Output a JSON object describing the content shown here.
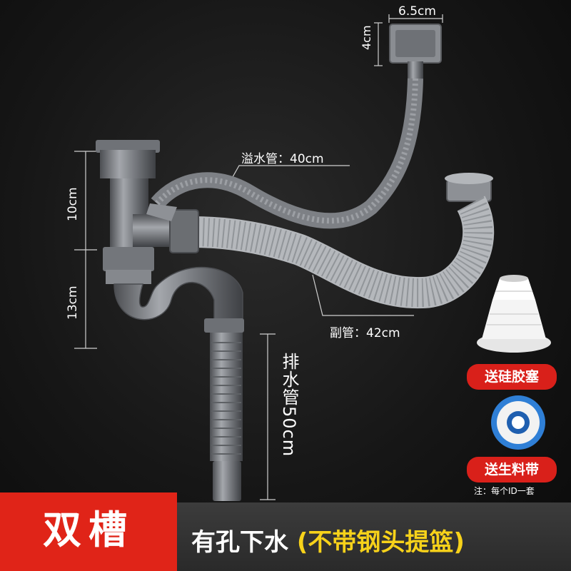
{
  "dimensions": {
    "overflow_head_width": "6.5cm",
    "overflow_head_height": "4cm",
    "upper_height": "10cm",
    "lower_height": "13cm"
  },
  "labels": {
    "overflow_pipe": "溢水管：40cm",
    "sub_pipe": "副管：42cm",
    "drain_pipe": "排水管50cm"
  },
  "gifts": {
    "silicone_plug": "送硅胶塞",
    "ptfe_tape": "送生料带",
    "note": "注：每个ID一套"
  },
  "bottom_banner": {
    "title": "双槽",
    "subtitle_main": "有孔下水",
    "subtitle_note": "(不带钢头提篮)"
  },
  "colors": {
    "accent_red": "#e02418",
    "highlight_yellow": "#f7d21a"
  }
}
